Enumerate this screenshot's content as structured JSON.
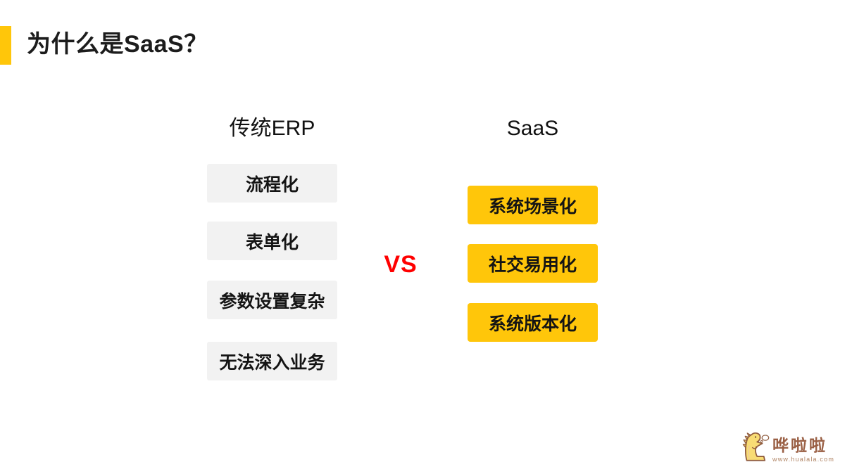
{
  "page": {
    "title": "为什么是SaaS？"
  },
  "colors": {
    "accent_yellow": "#FFC60A",
    "box_gray": "#F2F2F2",
    "vs_red": "#FF0000",
    "logo_brown": "#9A6045",
    "title_text": "#1C1C1C"
  },
  "comparison": {
    "vs_label": "VS",
    "left": {
      "header": "传统ERP",
      "items": [
        "流程化",
        "表单化",
        "参数设置复杂",
        "无法深入业务"
      ]
    },
    "right": {
      "header": "SaaS",
      "items": [
        "系统场景化",
        "社交易用化",
        "系统版本化"
      ]
    }
  },
  "footer": {
    "brand_name": "哗啦啦",
    "brand_url": "www.hualala.com",
    "mascot": "hualala-dinosaur-mascot"
  }
}
